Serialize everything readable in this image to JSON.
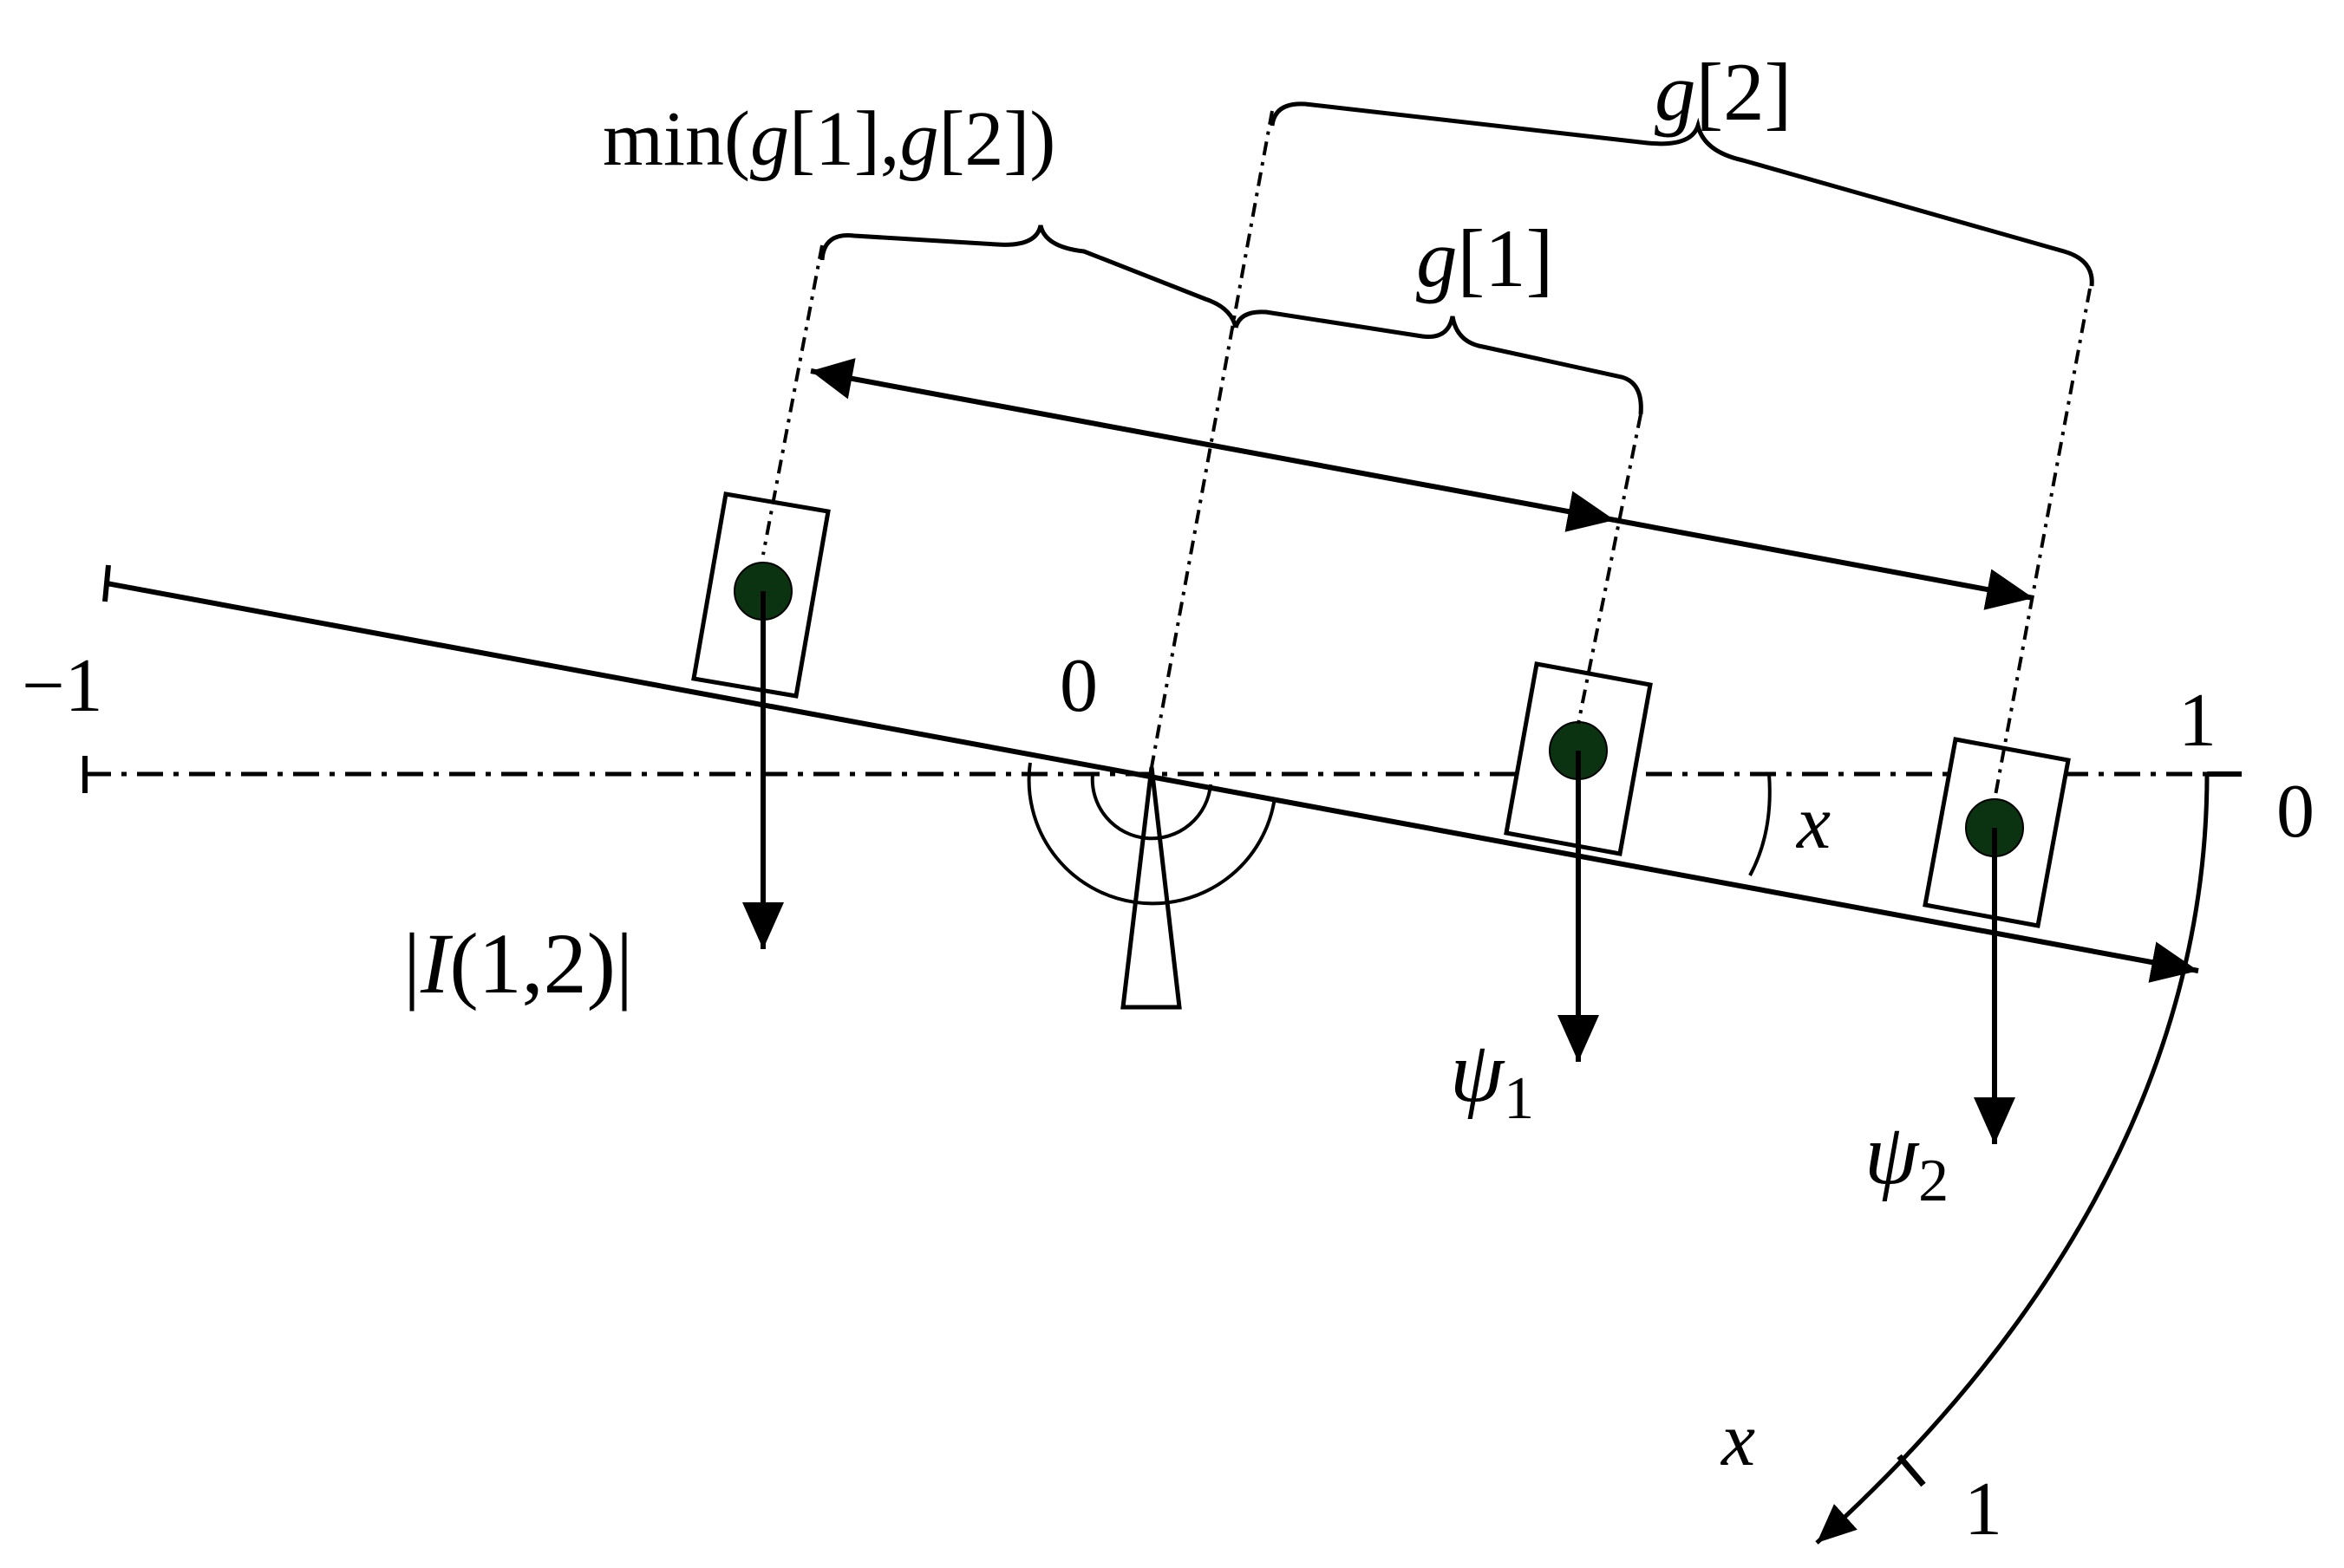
{
  "labels": {
    "min_prefix": "min(",
    "min_g1": "g",
    "min_g1_idx": "[1],",
    "min_g2": "g",
    "min_g2_idx": "[2])",
    "g1": "g",
    "g1_idx": "[1]",
    "g2": "g",
    "g2_idx": "[2]",
    "abs_left": "|",
    "abs_I": "I",
    "abs_args": "(1,2)",
    "abs_right": "|",
    "psi1": "ψ",
    "psi1_sub": "1",
    "psi2": "ψ",
    "psi2_sub": "2",
    "tick_neg1": "−1",
    "tick_zero": "0",
    "tick_one": "1",
    "arc_zero": "0",
    "angle_x": "x",
    "arc_x": "x",
    "arc_one": "1"
  },
  "colors": {
    "line": "#000000",
    "mass": "#0b3312",
    "background": "#ffffff"
  }
}
